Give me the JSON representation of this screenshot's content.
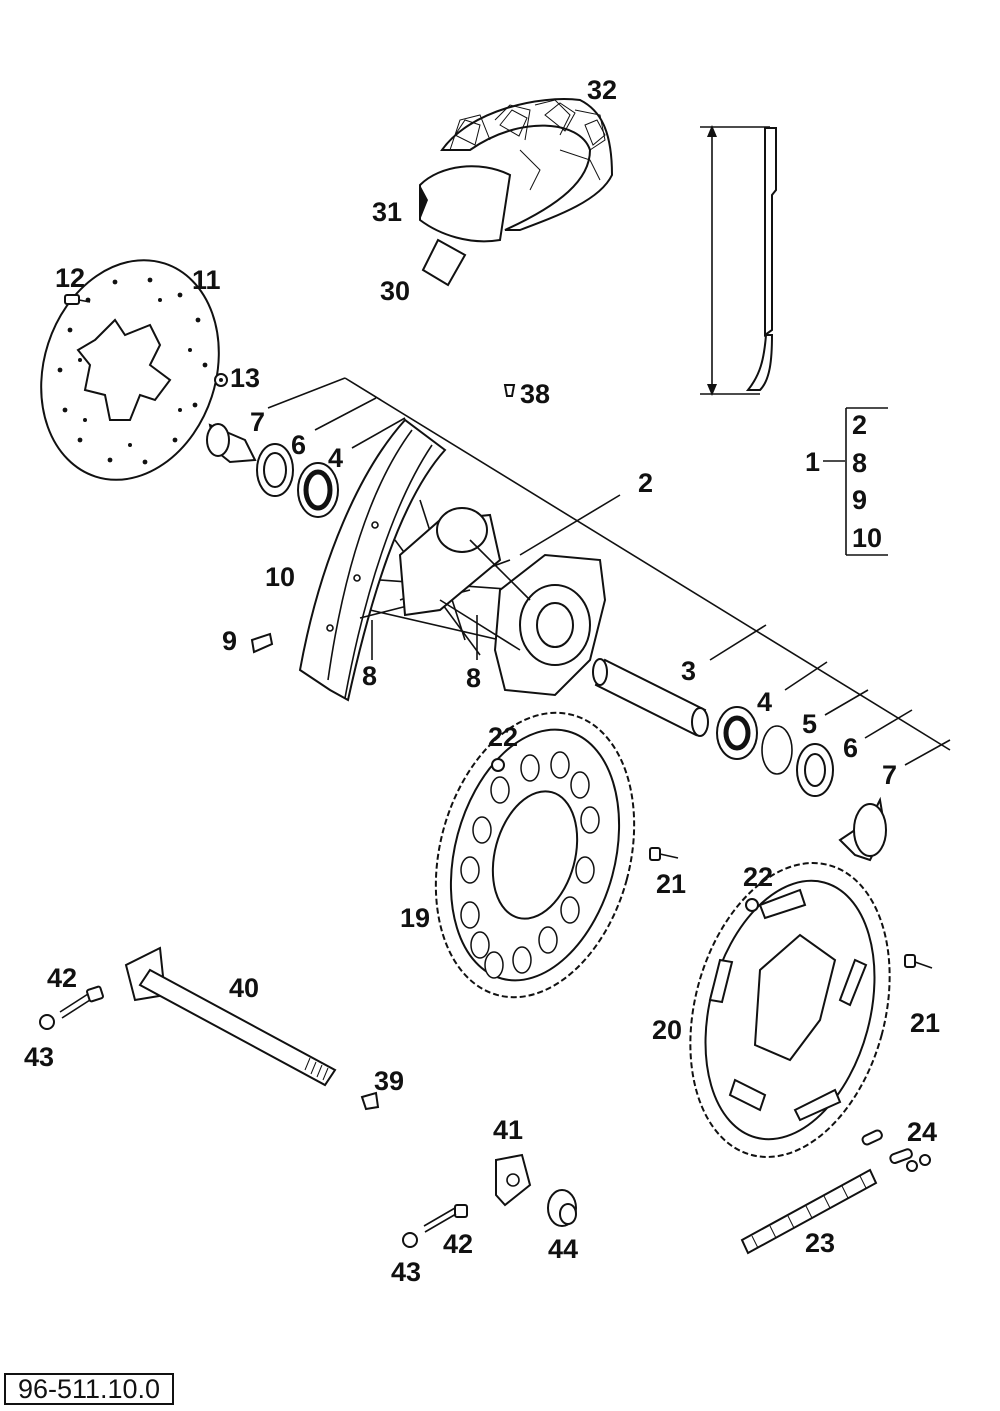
{
  "reference_number": "96-511.10.0",
  "assembly": {
    "label": "1",
    "items": [
      "2",
      "8",
      "9",
      "10"
    ]
  },
  "callouts": {
    "c32": "32",
    "c31": "31",
    "c30": "30",
    "c12": "12",
    "c11": "11",
    "c13": "13",
    "c38": "38",
    "c7a": "7",
    "c6a": "6",
    "c4a": "4",
    "c2": "2",
    "c10": "10",
    "c9": "9",
    "c8a": "8",
    "c8b": "8",
    "c3": "3",
    "c4b": "4",
    "c5": "5",
    "c6b": "6",
    "c7b": "7",
    "c22a": "22",
    "c21a": "21",
    "c19": "19",
    "c22b": "22",
    "c20": "20",
    "c21b": "21",
    "c42a": "42",
    "c40": "40",
    "c43a": "43",
    "c39": "39",
    "c41": "41",
    "c24": "24",
    "c42b": "42",
    "c44": "44",
    "c43b": "43",
    "c23": "23"
  }
}
